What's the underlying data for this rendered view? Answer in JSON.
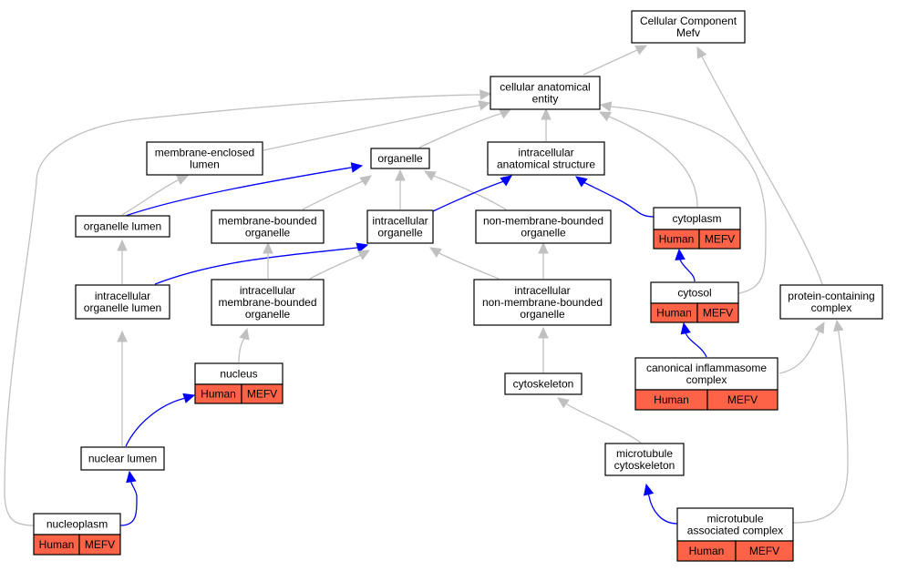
{
  "colors": {
    "gray_edge": "#c0c0c0",
    "blue_edge": "#0000ff",
    "badge_fill": "#ff6347"
  },
  "nodes": {
    "cellular_component": {
      "lines": [
        "Cellular Component",
        "Mefv"
      ]
    },
    "cellular_anatomical_entity": {
      "lines": [
        "cellular anatomical",
        "entity"
      ]
    },
    "membrane_enclosed_lumen": {
      "lines": [
        "membrane-enclosed",
        "lumen"
      ]
    },
    "organelle": {
      "lines": [
        "organelle"
      ]
    },
    "intracellular_anatomical_structure": {
      "lines": [
        "intracellular",
        "anatomical structure"
      ]
    },
    "organelle_lumen": {
      "lines": [
        "organelle lumen"
      ]
    },
    "membrane_bounded_organelle": {
      "lines": [
        "membrane-bounded",
        "organelle"
      ]
    },
    "intracellular_organelle": {
      "lines": [
        "intracellular",
        "organelle"
      ]
    },
    "non_membrane_bounded_organelle": {
      "lines": [
        "non-membrane-bounded",
        "organelle"
      ]
    },
    "cytoplasm": {
      "lines": [
        "cytoplasm"
      ],
      "badges": [
        "Human",
        "MEFV"
      ]
    },
    "intracellular_organelle_lumen": {
      "lines": [
        "intracellular",
        "organelle lumen"
      ]
    },
    "intracellular_membrane_bounded_organelle": {
      "lines": [
        "intracellular",
        "membrane-bounded",
        "organelle"
      ]
    },
    "intracellular_non_membrane_bounded_organelle": {
      "lines": [
        "intracellular",
        "non-membrane-bounded",
        "organelle"
      ]
    },
    "cytosol": {
      "lines": [
        "cytosol"
      ],
      "badges": [
        "Human",
        "MEFV"
      ]
    },
    "protein_containing_complex": {
      "lines": [
        "protein-containing",
        "complex"
      ]
    },
    "canonical_inflammasome_complex": {
      "lines": [
        "canonical inflammasome",
        "complex"
      ],
      "badges": [
        "Human",
        "MEFV"
      ]
    },
    "nucleus": {
      "lines": [
        "nucleus"
      ],
      "badges": [
        "Human",
        "MEFV"
      ]
    },
    "cytoskeleton": {
      "lines": [
        "cytoskeleton"
      ]
    },
    "nuclear_lumen": {
      "lines": [
        "nuclear lumen"
      ]
    },
    "microtubule_cytoskeleton": {
      "lines": [
        "microtubule",
        "cytoskeleton"
      ]
    },
    "nucleoplasm": {
      "lines": [
        "nucleoplasm"
      ],
      "badges": [
        "Human",
        "MEFV"
      ]
    },
    "microtubule_associated_complex": {
      "lines": [
        "microtubule",
        "associated complex"
      ],
      "badges": [
        "Human",
        "MEFV"
      ]
    }
  },
  "edges": [
    {
      "from": "cellular_anatomical_entity",
      "to": "cellular_component",
      "kind": "is_a"
    },
    {
      "from": "protein_containing_complex",
      "to": "cellular_component",
      "kind": "is_a"
    },
    {
      "from": "membrane_enclosed_lumen",
      "to": "cellular_anatomical_entity",
      "kind": "is_a"
    },
    {
      "from": "organelle",
      "to": "cellular_anatomical_entity",
      "kind": "is_a"
    },
    {
      "from": "intracellular_anatomical_structure",
      "to": "cellular_anatomical_entity",
      "kind": "is_a"
    },
    {
      "from": "cytoplasm",
      "to": "cellular_anatomical_entity",
      "kind": "is_a"
    },
    {
      "from": "cytosol",
      "to": "cellular_anatomical_entity",
      "kind": "is_a"
    },
    {
      "from": "nucleoplasm",
      "to": "cellular_anatomical_entity",
      "kind": "is_a"
    },
    {
      "from": "organelle_lumen",
      "to": "membrane_enclosed_lumen",
      "kind": "is_a"
    },
    {
      "from": "organelle_lumen",
      "to": "organelle",
      "kind": "part_of"
    },
    {
      "from": "membrane_bounded_organelle",
      "to": "organelle",
      "kind": "is_a"
    },
    {
      "from": "intracellular_organelle",
      "to": "organelle",
      "kind": "is_a"
    },
    {
      "from": "non_membrane_bounded_organelle",
      "to": "organelle",
      "kind": "is_a"
    },
    {
      "from": "intracellular_organelle",
      "to": "intracellular_anatomical_structure",
      "kind": "part_of"
    },
    {
      "from": "cytoplasm",
      "to": "intracellular_anatomical_structure",
      "kind": "part_of"
    },
    {
      "from": "intracellular_organelle_lumen",
      "to": "organelle_lumen",
      "kind": "is_a"
    },
    {
      "from": "intracellular_organelle_lumen",
      "to": "intracellular_organelle",
      "kind": "part_of"
    },
    {
      "from": "intracellular_membrane_bounded_organelle",
      "to": "membrane_bounded_organelle",
      "kind": "is_a"
    },
    {
      "from": "intracellular_membrane_bounded_organelle",
      "to": "intracellular_organelle",
      "kind": "is_a"
    },
    {
      "from": "intracellular_non_membrane_bounded_organelle",
      "to": "intracellular_organelle",
      "kind": "is_a"
    },
    {
      "from": "intracellular_non_membrane_bounded_organelle",
      "to": "non_membrane_bounded_organelle",
      "kind": "is_a"
    },
    {
      "from": "cytosol",
      "to": "cytoplasm",
      "kind": "part_of"
    },
    {
      "from": "canonical_inflammasome_complex",
      "to": "cytosol",
      "kind": "part_of"
    },
    {
      "from": "canonical_inflammasome_complex",
      "to": "protein_containing_complex",
      "kind": "is_a"
    },
    {
      "from": "microtubule_associated_complex",
      "to": "protein_containing_complex",
      "kind": "is_a"
    },
    {
      "from": "nucleus",
      "to": "intracellular_membrane_bounded_organelle",
      "kind": "is_a"
    },
    {
      "from": "cytoskeleton",
      "to": "intracellular_non_membrane_bounded_organelle",
      "kind": "is_a"
    },
    {
      "from": "nuclear_lumen",
      "to": "intracellular_organelle_lumen",
      "kind": "is_a"
    },
    {
      "from": "nuclear_lumen",
      "to": "nucleus",
      "kind": "part_of"
    },
    {
      "from": "microtubule_cytoskeleton",
      "to": "cytoskeleton",
      "kind": "is_a"
    },
    {
      "from": "nucleoplasm",
      "to": "nuclear_lumen",
      "kind": "part_of"
    },
    {
      "from": "microtubule_associated_complex",
      "to": "microtubule_cytoskeleton",
      "kind": "part_of"
    }
  ]
}
